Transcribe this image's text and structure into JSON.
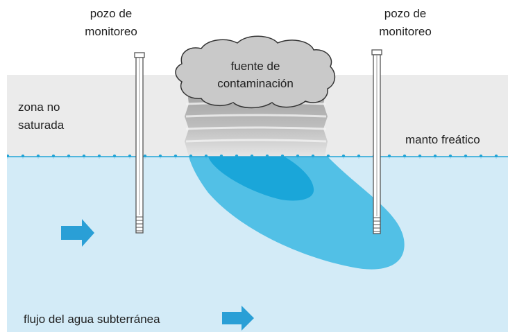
{
  "labels": {
    "well_left_line1": "pozo de",
    "well_left_line2": "monitoreo",
    "well_right_line1": "pozo de",
    "well_right_line2": "monitoreo",
    "source_line1": "fuente de",
    "source_line2": "contaminación",
    "unsaturated_line1": "zona no",
    "unsaturated_line2": "saturada",
    "water_table": "manto freático",
    "flow": "flujo del agua subterránea"
  },
  "colors": {
    "unsaturated_zone": "#ebebeb",
    "saturated_zone": "#d3ebf7",
    "plume_outer": "#52c0e6",
    "plume_inner": "#1aa6d9",
    "water_table_line": "#22a4d6",
    "arrow": "#2a9fd6",
    "source_fill": "#c9c9c9",
    "source_stroke": "#333333",
    "well_stroke": "#555555"
  },
  "icons": {
    "flow_arrow": "arrow-right-icon"
  }
}
